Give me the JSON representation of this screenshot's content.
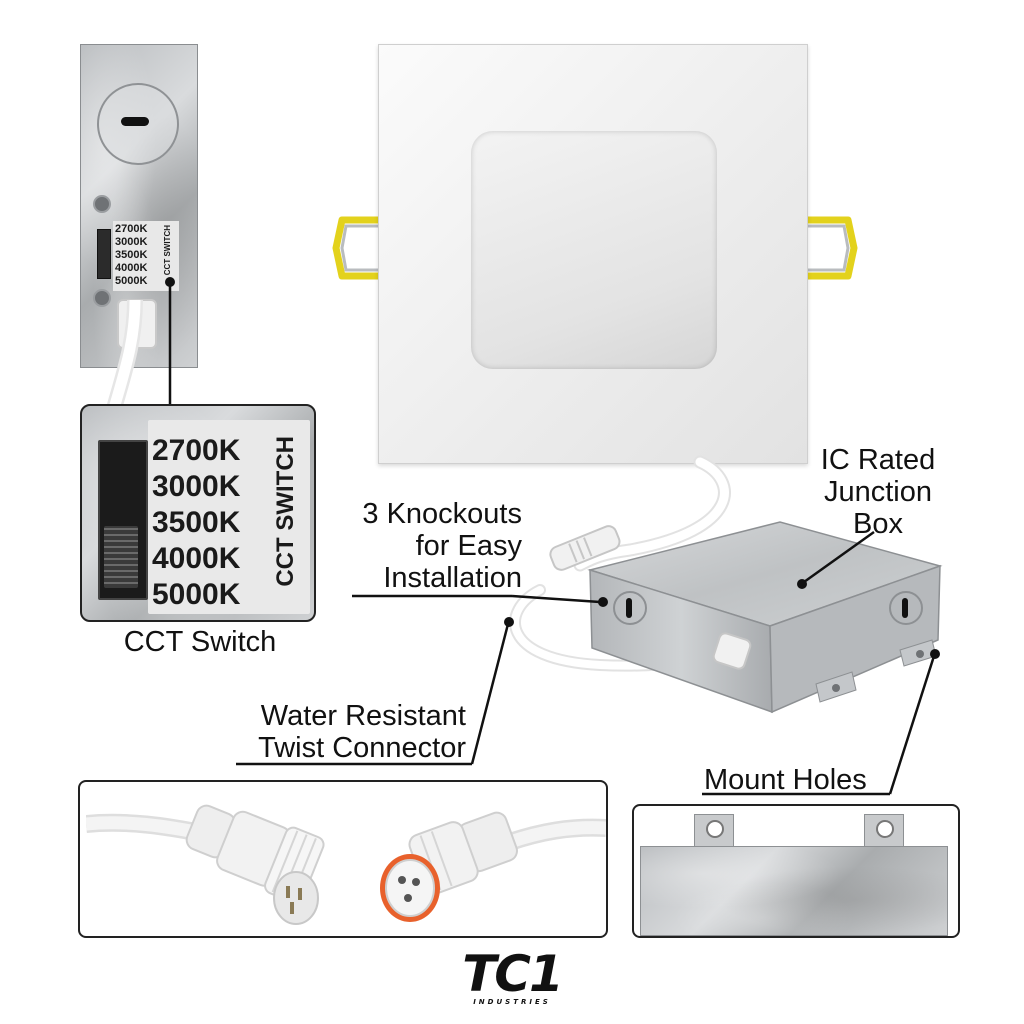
{
  "small_switch": {
    "labels": [
      "2700K",
      "3000K",
      "3500K",
      "4000K",
      "5000K"
    ],
    "vertical_label": "CCT SWITCH"
  },
  "zoom_switch": {
    "labels": [
      "2700K",
      "3000K",
      "3500K",
      "4000K",
      "5000K"
    ],
    "vertical_label": "CCT SWITCH",
    "caption": "CCT Switch"
  },
  "callouts": {
    "junction_box": [
      "IC Rated",
      "Junction",
      "Box"
    ],
    "knockouts": [
      "3 Knockouts",
      "for Easy",
      "Installation"
    ],
    "connector": [
      "Water Resistant",
      "Twist Connector"
    ],
    "mount_holes": "Mount Holes"
  },
  "brand": {
    "logo": "TC1",
    "sub": "INDUSTRIES"
  },
  "colors": {
    "clip_yellow": "#e3d21c",
    "connector_orange": "#e8612c",
    "galvanized": "#c4c6c8"
  }
}
